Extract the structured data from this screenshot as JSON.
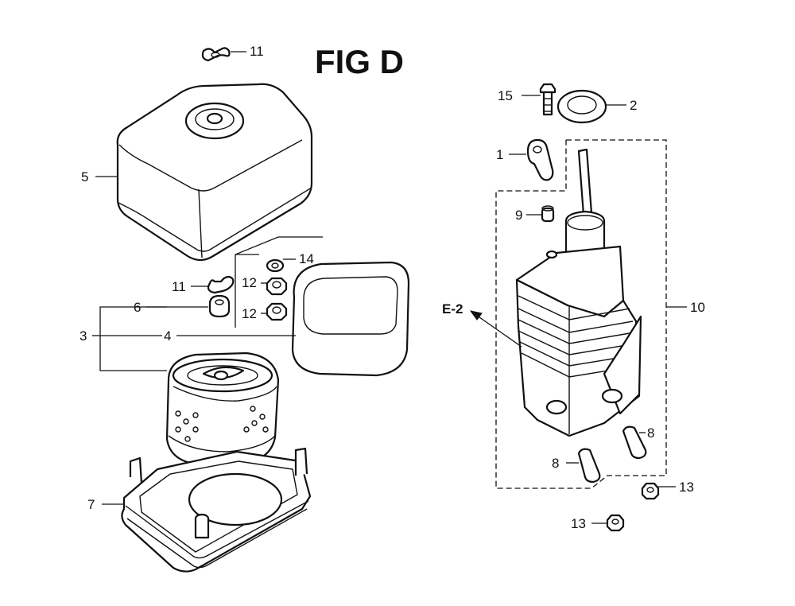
{
  "figure": {
    "title": "FIG D",
    "callouts": {
      "c1": "1",
      "c2": "2",
      "c3": "3",
      "c4": "4",
      "c5": "5",
      "c6": "6",
      "c7": "7",
      "c8a": "8",
      "c8b": "8",
      "c9": "9",
      "c10": "10",
      "c11a": "11",
      "c11b": "11",
      "c12a": "12",
      "c12b": "12",
      "c13a": "13",
      "c13b": "13",
      "c14": "14",
      "c15": "15"
    },
    "reference": "E-2"
  }
}
